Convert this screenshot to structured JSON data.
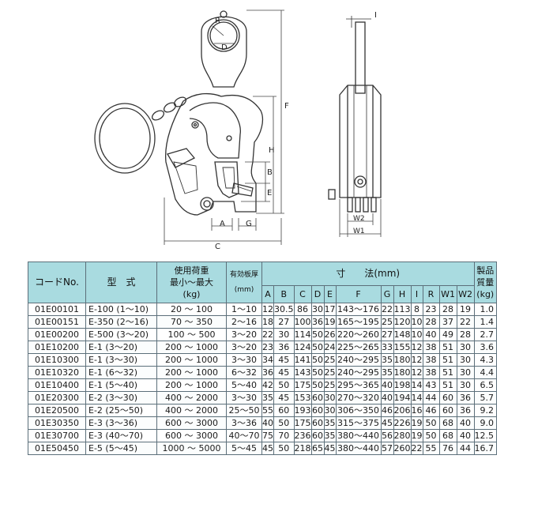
{
  "drawing": {
    "front_labels": [
      "R",
      "D",
      "F",
      "H",
      "B",
      "E",
      "A",
      "G",
      "C"
    ],
    "side_labels": [
      "I",
      "W2",
      "W1"
    ]
  },
  "table": {
    "headers": {
      "code": "コードNo.",
      "model": "型　式",
      "capacity_line1": "使用荷重",
      "capacity_line2": "最小～最大",
      "capacity_line3": "(kg)",
      "thickness_line1": "有効板厚",
      "thickness_line2": "(mm)",
      "dimensions": "寸　　法(mm)",
      "weight_line1": "製品",
      "weight_line2": "質量",
      "weight_line3": "(kg)",
      "dim_columns": [
        "A",
        "B",
        "C",
        "D",
        "E",
        "F",
        "G",
        "H",
        "I",
        "R",
        "W1",
        "W2"
      ]
    },
    "rows": [
      {
        "code": "01E00101",
        "model": "E-100  (1～10)",
        "capacity": "20 ～ 100",
        "thickness": "1～10",
        "A": "12",
        "B": "30.5",
        "C": "86",
        "D": "30",
        "E": "17",
        "F": "143～176",
        "G": "22",
        "H": "113",
        "I": "8",
        "R": "23",
        "W1": "28",
        "W2": "19",
        "weight": "1.0"
      },
      {
        "code": "01E00151",
        "model": "E-350  (2～16)",
        "capacity": "70 ～ 350",
        "thickness": "2～16",
        "A": "18",
        "B": "27",
        "C": "100",
        "D": "36",
        "E": "19",
        "F": "165～195",
        "G": "25",
        "H": "120",
        "I": "10",
        "R": "28",
        "W1": "37",
        "W2": "22",
        "weight": "1.4"
      },
      {
        "code": "01E00200",
        "model": "E-500  (3～20)",
        "capacity": "100 ～ 500",
        "thickness": "3～20",
        "A": "22",
        "B": "30",
        "C": "114",
        "D": "50",
        "E": "26",
        "F": "220～260",
        "G": "27",
        "H": "148",
        "I": "10",
        "R": "40",
        "W1": "49",
        "W2": "28",
        "weight": "2.7"
      },
      {
        "code": "01E10200",
        "model": "E-1      (3～20)",
        "capacity": "200 ～ 1000",
        "thickness": "3～20",
        "A": "23",
        "B": "36",
        "C": "124",
        "D": "50",
        "E": "24",
        "F": "225～265",
        "G": "33",
        "H": "155",
        "I": "12",
        "R": "38",
        "W1": "51",
        "W2": "30",
        "weight": "3.6"
      },
      {
        "code": "01E10300",
        "model": "E-1      (3～30)",
        "capacity": "200 ～ 1000",
        "thickness": "3～30",
        "A": "34",
        "B": "45",
        "C": "141",
        "D": "50",
        "E": "25",
        "F": "240～295",
        "G": "35",
        "H": "180",
        "I": "12",
        "R": "38",
        "W1": "51",
        "W2": "30",
        "weight": "4.3"
      },
      {
        "code": "01E10320",
        "model": "E-1      (6～32)",
        "capacity": "200 ～ 1000",
        "thickness": "6～32",
        "A": "36",
        "B": "45",
        "C": "143",
        "D": "50",
        "E": "25",
        "F": "240～295",
        "G": "35",
        "H": "180",
        "I": "12",
        "R": "38",
        "W1": "51",
        "W2": "30",
        "weight": "4.4"
      },
      {
        "code": "01E10400",
        "model": "E-1      (5～40)",
        "capacity": "200 ～ 1000",
        "thickness": "5～40",
        "A": "42",
        "B": "50",
        "C": "175",
        "D": "50",
        "E": "25",
        "F": "295～365",
        "G": "40",
        "H": "198",
        "I": "14",
        "R": "43",
        "W1": "51",
        "W2": "30",
        "weight": "6.5"
      },
      {
        "code": "01E20300",
        "model": "E-2      (3～30)",
        "capacity": "400 ～ 2000",
        "thickness": "3～30",
        "A": "35",
        "B": "45",
        "C": "153",
        "D": "60",
        "E": "30",
        "F": "270～320",
        "G": "40",
        "H": "194",
        "I": "14",
        "R": "44",
        "W1": "60",
        "W2": "36",
        "weight": "5.7"
      },
      {
        "code": "01E20500",
        "model": "E-2    (25～50)",
        "capacity": "400 ～ 2000",
        "thickness": "25～50",
        "A": "55",
        "B": "60",
        "C": "193",
        "D": "60",
        "E": "30",
        "F": "306～350",
        "G": "46",
        "H": "206",
        "I": "16",
        "R": "46",
        "W1": "60",
        "W2": "36",
        "weight": "9.2"
      },
      {
        "code": "01E30350",
        "model": "E-3      (3～36)",
        "capacity": "600 ～ 3000",
        "thickness": "3～36",
        "A": "40",
        "B": "50",
        "C": "175",
        "D": "60",
        "E": "35",
        "F": "315～375",
        "G": "45",
        "H": "226",
        "I": "19",
        "R": "50",
        "W1": "68",
        "W2": "40",
        "weight": "9.0"
      },
      {
        "code": "01E30700",
        "model": "E-3    (40～70)",
        "capacity": "600 ～ 3000",
        "thickness": "40～70",
        "A": "75",
        "B": "70",
        "C": "236",
        "D": "60",
        "E": "35",
        "F": "380～440",
        "G": "56",
        "H": "280",
        "I": "19",
        "R": "50",
        "W1": "68",
        "W2": "40",
        "weight": "12.5"
      },
      {
        "code": "01E50450",
        "model": "E-5      (5～45)",
        "capacity": "1000 ～ 5000",
        "thickness": "5～45",
        "A": "45",
        "B": "50",
        "C": "218",
        "D": "65",
        "E": "45",
        "F": "380～440",
        "G": "57",
        "H": "260",
        "I": "22",
        "R": "55",
        "W1": "76",
        "W2": "44",
        "weight": "16.7"
      }
    ]
  }
}
